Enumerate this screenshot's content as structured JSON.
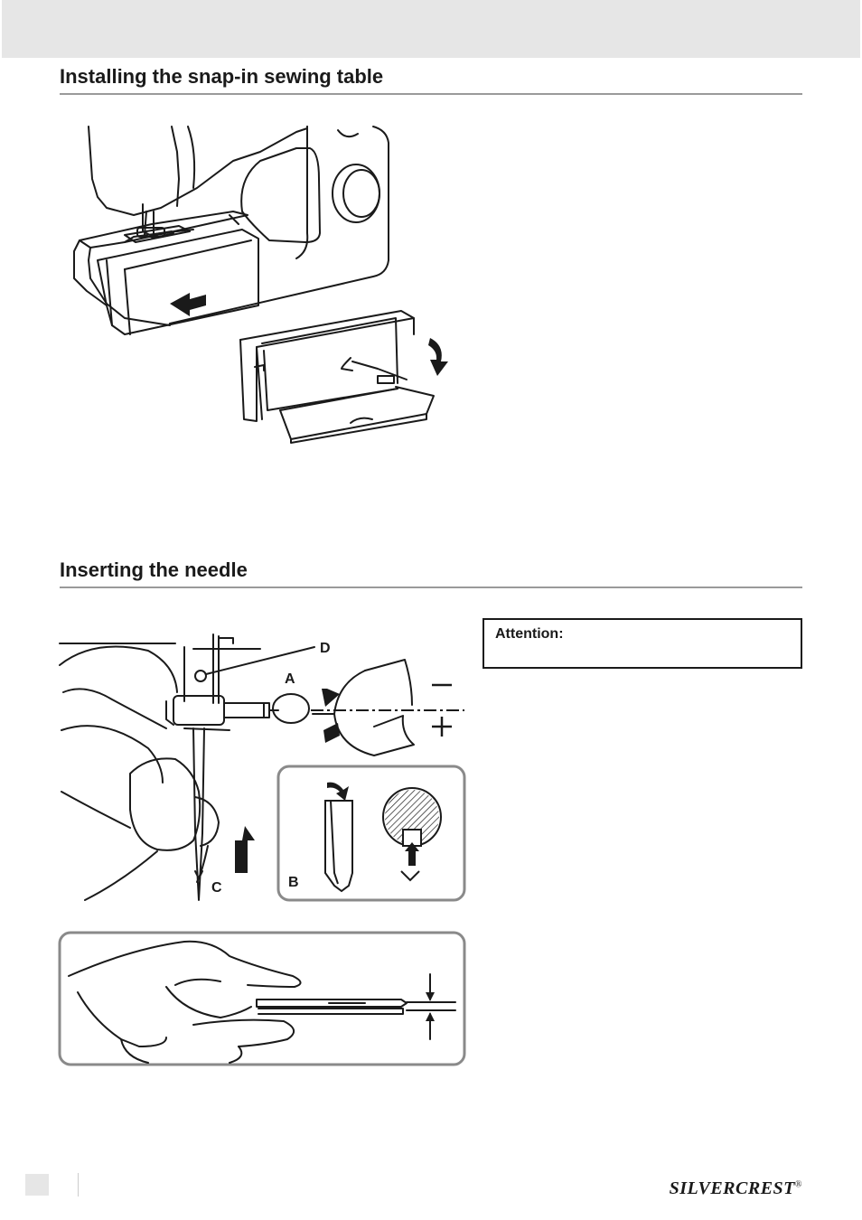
{
  "sections": {
    "table": {
      "title": "Installing the snap-in sewing table"
    },
    "needle": {
      "title": "Inserting the needle"
    }
  },
  "attention": {
    "label": "Attention:"
  },
  "figure_labels": {
    "a": "A",
    "b": "B",
    "c": "C",
    "d": "D"
  },
  "brand": {
    "name": "SILVERCREST",
    "registered": "®"
  }
}
